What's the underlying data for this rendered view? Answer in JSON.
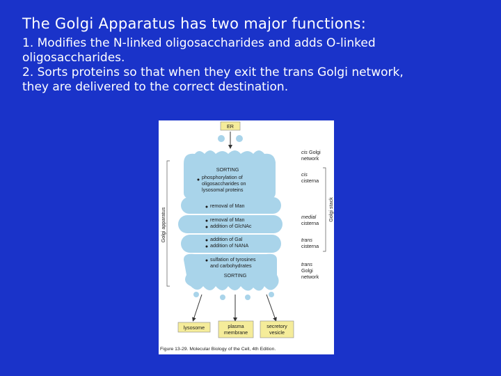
{
  "slide": {
    "title": "The Golgi Apparatus has two major functions:",
    "point1_line1": "1. Modifies the N-linked oligosaccharides and adds O-linked",
    "point1_line2": "oligosaccharides.",
    "point2_line1": "2. Sorts proteins so that when they exit the trans Golgi network,",
    "point2_line2": "they are delivered to the correct destination."
  },
  "figure": {
    "er_label": "ER",
    "side_label": "Golgi apparatus",
    "stack_label": "Golgi stack",
    "sorting_top": "SORTING",
    "phos_1": "phosphorylation of",
    "phos_2": "oligosaccharides on",
    "phos_3": "lysosomal proteins",
    "cis_removal": "removal of Man",
    "medial_1": "removal of Man",
    "medial_2": "addition of GlcNAc",
    "trans_1": "addition of Gal",
    "trans_2": "addition of NANA",
    "tgn_1": "sulfation of tyrosines",
    "tgn_2": "and carbohydrates",
    "sorting_bottom": "SORTING",
    "right_cis": "cis",
    "right_golgi_network": "Golgi",
    "right_network": "network",
    "right_cisterna": "cisterna",
    "right_medial": "medial",
    "right_trans": "trans",
    "dest_lysosome": "lysosome",
    "dest_plasma_1": "plasma",
    "dest_plasma_2": "membrane",
    "dest_secretory_1": "secretory",
    "dest_secretory_2": "vesicle",
    "caption": "Figure 13-29. Molecular Biology of the Cell, 4th Edition."
  },
  "colors": {
    "background": "#1a33c9",
    "golgi_fill": "#a9d4ea",
    "label_box_fill": "#f5ec9a"
  }
}
